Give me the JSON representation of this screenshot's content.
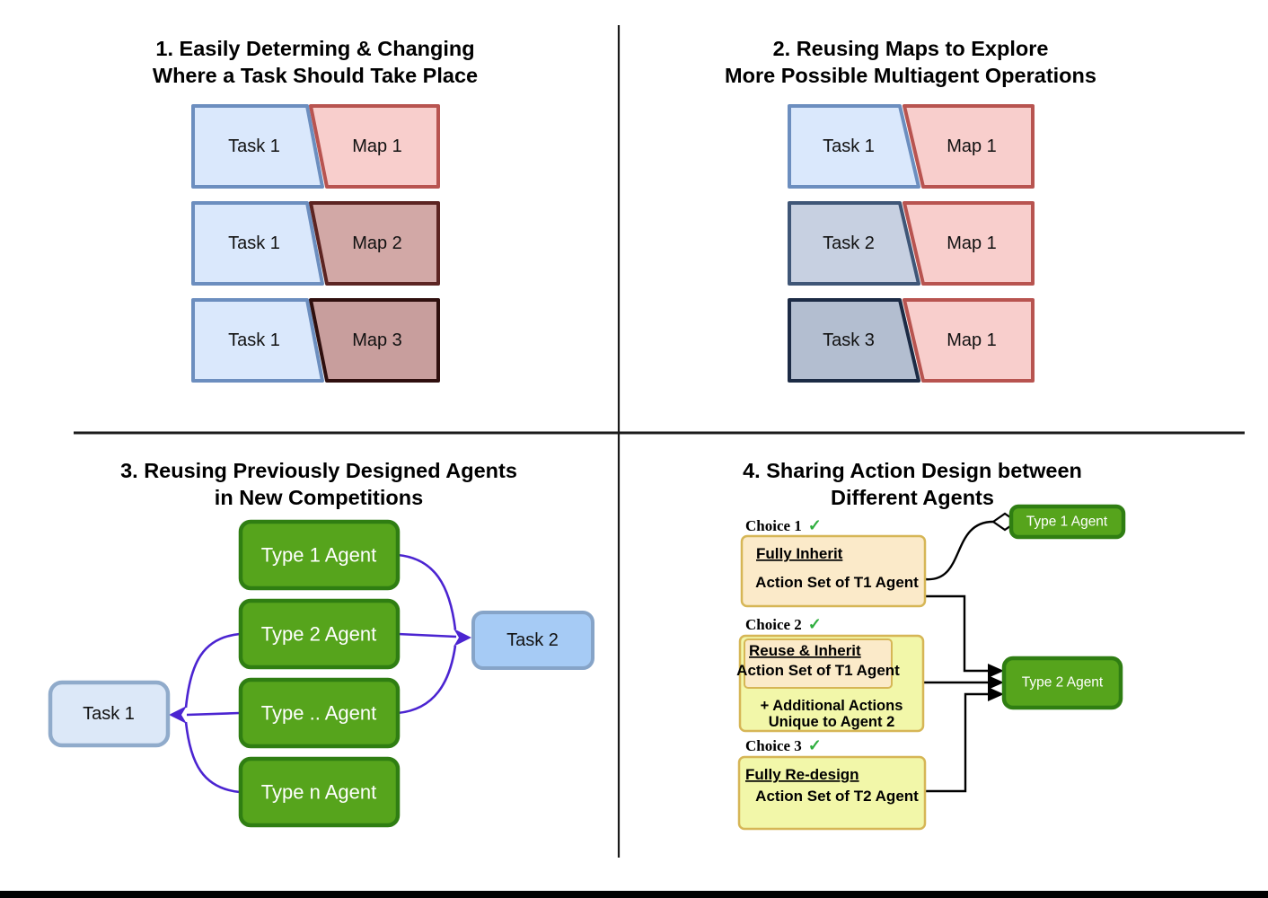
{
  "q1": {
    "title": [
      "1. Easily Determing & Changing",
      "Where a Task Should Take Place"
    ],
    "rows": [
      {
        "task": "Task 1",
        "map": "Map 1"
      },
      {
        "task": "Task 1",
        "map": "Map 2"
      },
      {
        "task": "Task 1",
        "map": "Map 3"
      }
    ]
  },
  "q2": {
    "title": [
      "2. Reusing Maps to Explore",
      "More Possible Multiagent Operations"
    ],
    "rows": [
      {
        "task": "Task 1",
        "map": "Map 1"
      },
      {
        "task": "Task 2",
        "map": "Map 1"
      },
      {
        "task": "Task 3",
        "map": "Map 1"
      }
    ]
  },
  "q3": {
    "title": [
      "3. Reusing Previously Designed Agents",
      "in New Competitions"
    ],
    "agents": [
      "Type 1 Agent",
      "Type 2 Agent",
      "Type .. Agent",
      "Type n Agent"
    ],
    "tasks": {
      "left": "Task 1",
      "right": "Task 2"
    }
  },
  "q4": {
    "title": [
      "4. Sharing Action Design between",
      "Different Agents"
    ],
    "choices": [
      {
        "label": "Choice 1",
        "check": "✓",
        "heading": "Fully Inherit",
        "body": "Action Set of T1 Agent"
      },
      {
        "label": "Choice 2",
        "check": "✓",
        "heading": "Reuse & Inherit",
        "body": "Action Set of T1 Agent",
        "extra": [
          "+ Additional Actions",
          "Unique to Agent 2"
        ]
      },
      {
        "label": "Choice 3",
        "check": "✓",
        "heading": "Fully Re-design",
        "body": "Action Set of T2 Agent"
      }
    ],
    "agents": [
      "Type 1 Agent",
      "Type 2 Agent"
    ]
  },
  "colors": {
    "task_blue_fill": "#dae8fc",
    "task_blue_stroke": "#6c8ebf",
    "task_gray2_fill": "#c7d0e1",
    "task_gray2_stroke": "#3f5677",
    "task_gray3_fill": "#b3bed0",
    "task_gray3_stroke": "#1c2b45",
    "map1_fill": "#f8cecc",
    "map1_stroke": "#b85450",
    "map2_fill": "#d2a8a6",
    "map2_stroke": "#5c2422",
    "map3_fill": "#c89e9d",
    "map3_stroke": "#2f0f0e",
    "agent_green_fill": "#56a41c",
    "agent_green_stroke": "#2f7e12",
    "task_box_right_fill": "#a6cbf5",
    "task_box_left_fill": "#dce8f8",
    "arrow_purple": "#4b24d1",
    "choice_peach_fill": "#fbeac9",
    "choice_yellow_fill": "#f2f7a9",
    "choice_stroke": "#d6b656",
    "check_green": "#2fae3e"
  }
}
